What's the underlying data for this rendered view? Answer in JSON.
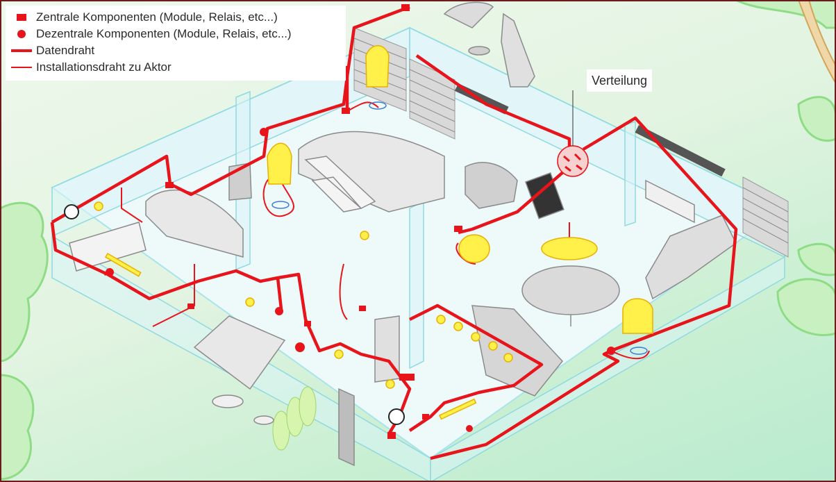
{
  "legend": {
    "central_components": "Zentrale Komponenten (Module, Relais, etc...)",
    "decentral_components": "Dezentrale Komponenten (Module, Relais, etc...)",
    "data_wire": "Datendraht",
    "installation_wire": "Installationsdraht zu Aktor"
  },
  "labels": {
    "distribution": "Verteilung"
  },
  "colors": {
    "wire": "#e8141b",
    "lamp": "#fff04a",
    "glass_edge": "#9fe3e8",
    "background": "#d9f3dc",
    "frame": "#6b1b1b"
  }
}
